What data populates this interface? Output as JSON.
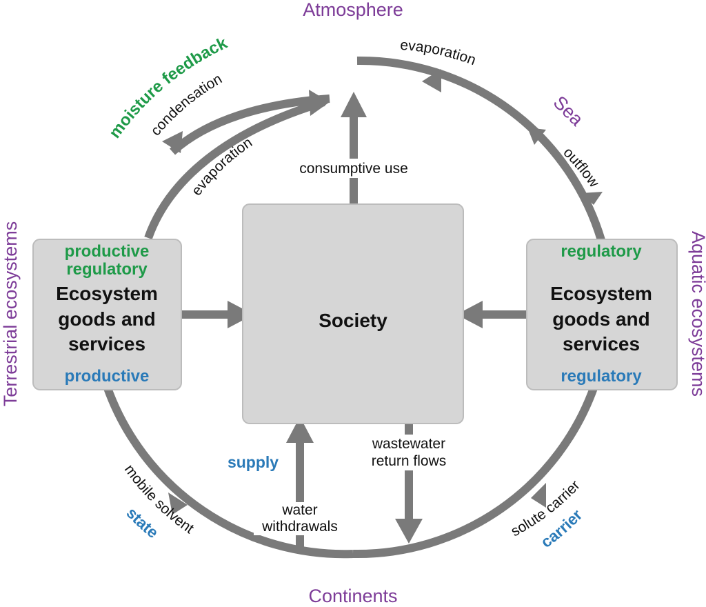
{
  "regions": {
    "atmosphere": "Atmosphere",
    "sea": "Sea",
    "terrestrial": "Terrestrial ecosystems",
    "aquatic": "Aquatic ecosystems",
    "continents": "Continents"
  },
  "flows": {
    "evaporation_top": "evaporation",
    "outflow": "outflow",
    "condensation": "condensation",
    "evaporation_inner": "evaporation",
    "moisture_feedback": "moisture feedback",
    "consumptive_use": "consumptive use",
    "mobile_solvent": "mobile solvent",
    "state": "state",
    "supply": "supply",
    "water_withdrawals_1": "water",
    "water_withdrawals_2": "withdrawals",
    "wastewater_1": "wastewater",
    "wastewater_2": "return flows",
    "solute_carrier": "solute carrier",
    "carrier": "carrier"
  },
  "left_box": {
    "tag_top_1": "productive",
    "tag_top_2": "regulatory",
    "title_1": "Ecosystem",
    "title_2": "goods and",
    "title_3": "services",
    "tag_bottom": "productive"
  },
  "right_box": {
    "tag_top": "regulatory",
    "title_1": "Ecosystem",
    "title_2": "goods and",
    "title_3": "services",
    "tag_bottom": "regulatory"
  },
  "society": "Society",
  "colors": {
    "arrow": "#7a7a7a",
    "box_fill": "#d6d6d6",
    "box_stroke": "#bcbcbc",
    "region_text": "#7d3c98",
    "green_tag": "#1e9a48",
    "blue_tag": "#2a7ab8"
  }
}
